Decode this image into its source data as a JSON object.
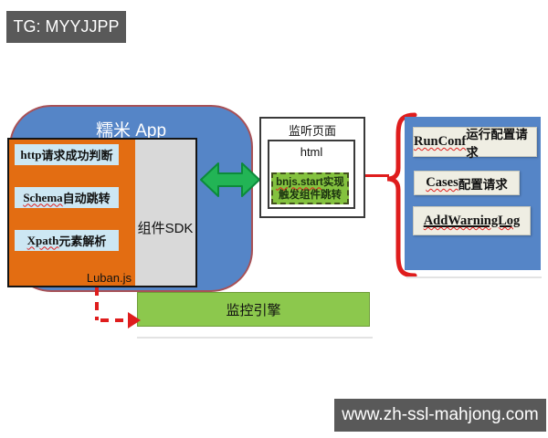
{
  "watermarks": {
    "top_left": "TG: MYYJJPP",
    "bottom_right": "www.zh-ssl-mahjong.com"
  },
  "app_box": {
    "title": "糯米 App",
    "modules": [
      {
        "en": "http",
        "zh": "请求成功判断"
      },
      {
        "en": "Schema",
        "zh": "自动跳转"
      },
      {
        "en": "Xpath",
        "zh": "元素解析"
      }
    ],
    "sdk_label": "组件SDK",
    "runtime_label": "Luban.js"
  },
  "listener_box": {
    "title": "监听页面",
    "inner_label": "html",
    "script_en": "bnjs.start",
    "script_zh": "实现",
    "script_line2": "触发组件跳转"
  },
  "requests_panel": {
    "items": [
      {
        "en": "RunConf",
        "zh": "运行配置请求"
      },
      {
        "en": "Cases",
        "zh": "配置请求"
      },
      {
        "en": "AddWarningLog",
        "zh": ""
      }
    ]
  },
  "engine_bar": {
    "label": "监控引擎"
  },
  "colors": {
    "app_blue": "#5585c7",
    "app_border_red": "#a85156",
    "module_orange": "#e36d12",
    "module_item_blue": "#cde7f3",
    "sdk_gray": "#d9d9d9",
    "arrow_green": "#22b455",
    "script_green": "#84c23f",
    "engine_green": "#8cc84d",
    "connector_red": "#df1d1d",
    "watermark_gray": "#595959"
  }
}
